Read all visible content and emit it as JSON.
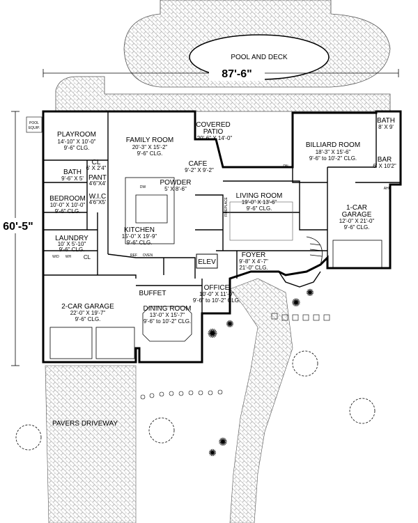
{
  "pool": {
    "label": "POOL AND DECK"
  },
  "dimensions": {
    "width": "87'-6\"",
    "depth": "60'-5\""
  },
  "equipment": {
    "line1": "POOL",
    "line2": "EQUIP."
  },
  "rooms": {
    "playroom": {
      "name": "PLAYROOM",
      "size": "14'-10\" X 10'-0\"",
      "clg": "9'-6\" CLG."
    },
    "family": {
      "name": "FAMILY ROOM",
      "size": "20'-3\" X 15'-2\"",
      "clg": "9'-6\" CLG."
    },
    "patio": {
      "name1": "COVERED",
      "name2": "PATIO",
      "size": "20'-6\" X 14'-0\""
    },
    "billiard": {
      "name": "BILLIARD ROOM",
      "size": "18'-3\" X 15'-6\"",
      "clg": "9'-6\" to 10'-2\" CLG."
    },
    "bath_ne": {
      "name": "BATH",
      "size": "8' X 9'"
    },
    "bar": {
      "name": "BAR",
      "size": "6' X 10'2\""
    },
    "cl": {
      "name": "CL",
      "size": "6' X 2'4\""
    },
    "bath": {
      "name": "BATH",
      "size": "9'-6\" X 5'"
    },
    "pant": {
      "name": "PANT",
      "size": "4'6\"X4'"
    },
    "cafe": {
      "name": "CAFE",
      "size": "9'-2\" X 9'-2\""
    },
    "powder": {
      "name": "POWDER",
      "size": "5' X 8'-6\""
    },
    "living": {
      "name": "LIVING ROOM",
      "size": "19'-0\" X 13'-6\"",
      "clg": "9'-6\" CLG."
    },
    "bedroom": {
      "name": "BEDROOM",
      "size": "10'-0\" X 10'-0\"",
      "clg": "9'-6\" CLG."
    },
    "wic": {
      "name": "W.I.C",
      "size": "4'6\"X5'"
    },
    "garage1": {
      "name1": "1-CAR",
      "name2": "GARAGE",
      "size": "12'-0\" X 21'-0\"",
      "clg": "9'-6\" CLG."
    },
    "kitchen": {
      "name": "KITCHEN",
      "size": "15'-0\" X 19'-9\"",
      "clg": "9'-6\" CLG."
    },
    "laundry": {
      "name": "LAUNDRY",
      "size": "10' X 5'-10\"",
      "clg": "9'-6\" CLG."
    },
    "foyer": {
      "name": "FOYER",
      "size": "9'-8\" X 4'-7\"",
      "clg": "21'-0\" CLG."
    },
    "elev": {
      "name": "ELEV"
    },
    "office": {
      "name": "OFFICE",
      "size": "10'-0\" X 11'-0\"",
      "clg": "9'-6\" to 10'-2\" CLG."
    },
    "buffet": {
      "name": "BUFFET"
    },
    "garage2": {
      "name": "2-CAR GARAGE",
      "size": "22'-0\" X 19'-7\"",
      "clg": "9'-6\" CLG."
    },
    "dining": {
      "name": "DINING ROOM",
      "size": "13'-0\" X 15'-7\"",
      "clg": "9'-6\" to 10'-2\" CLG."
    }
  },
  "small_labels": {
    "cl_laundry": "CL",
    "dw": "DW",
    "ref": "REF",
    "oven": "OVEN",
    "fireplace": "FIREPLACE",
    "ahu": "AHU",
    "wd": "W/D",
    "dn": "DN",
    "wh": "WH"
  },
  "driveway": {
    "label": "PAVERS DRIVEWAY"
  }
}
